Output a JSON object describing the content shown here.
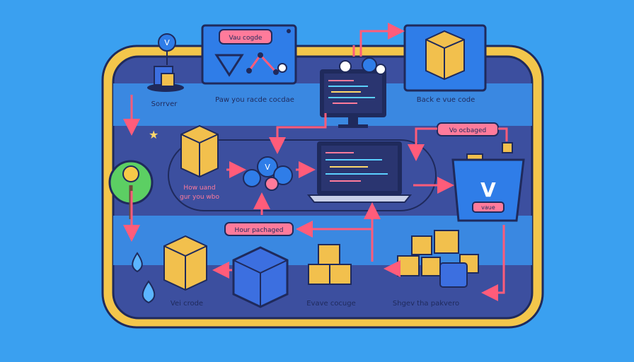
{
  "labels": {
    "server": "Sorrver",
    "diagram_caption": "Paw you racde cocdae",
    "pink_top": "Vau cogde",
    "back_code": "Back e vue code",
    "vo_packaged": "Vo ocbaged",
    "how_used_line1": "How uand",
    "how_used_line2": "gur you wbo",
    "how_packaged": "Hour pachaged",
    "vei_code": "Vei crode",
    "evave_cocuge": "Evave cocuge",
    "shgev": "Shgev tha pakvero",
    "vue_badge": "vaue"
  },
  "icons": {
    "vue_logo": "vue-logo-icon",
    "star": "star-icon",
    "water_drop": "water-drop-icon"
  },
  "colors": {
    "background": "#3aa0f0",
    "frame_yellow": "#f3c64b",
    "frame_inner": "#3c4f9f",
    "panel_blue": "#2f7de8",
    "arrow_pink": "#ff5c7a",
    "label_pink": "#ff7b9b",
    "box_yellow": "#f2c04d",
    "outline": "#1f2a5c",
    "screen": "#2a3570"
  }
}
